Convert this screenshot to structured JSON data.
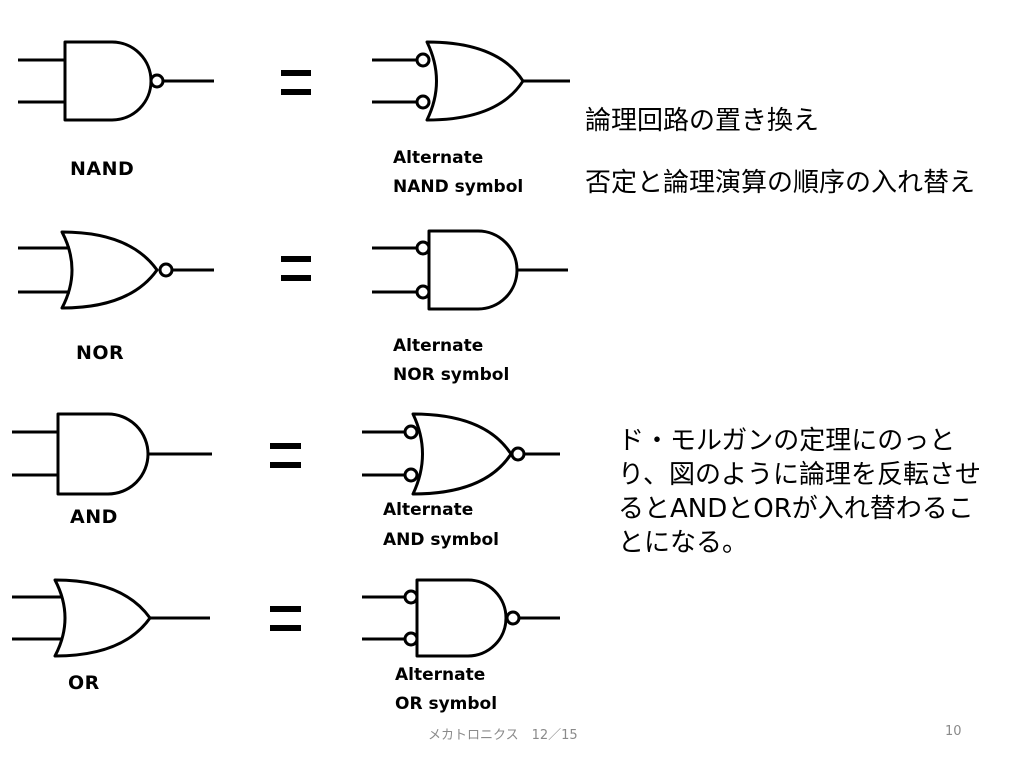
{
  "rows": [
    {
      "gate": "NAND",
      "alt_line1": "Alternate",
      "alt_line2": "NAND symbol"
    },
    {
      "gate": "NOR",
      "alt_line1": "Alternate",
      "alt_line2": "NOR symbol"
    },
    {
      "gate": "AND",
      "alt_line1": "Alternate",
      "alt_line2": "AND symbol"
    },
    {
      "gate": "OR",
      "alt_line1": "Alternate",
      "alt_line2": "OR symbol"
    }
  ],
  "notes": {
    "title": "論理回路の置き換え",
    "swap": "否定と論理演算の順序の入れ替え",
    "demorgan": "ド・モルガンの定理にのっとり、図のように論理を反転させるとANDとORが入れ替わることになる。"
  },
  "footer": {
    "center": "メカトロニクス　12／15",
    "page": "10"
  }
}
